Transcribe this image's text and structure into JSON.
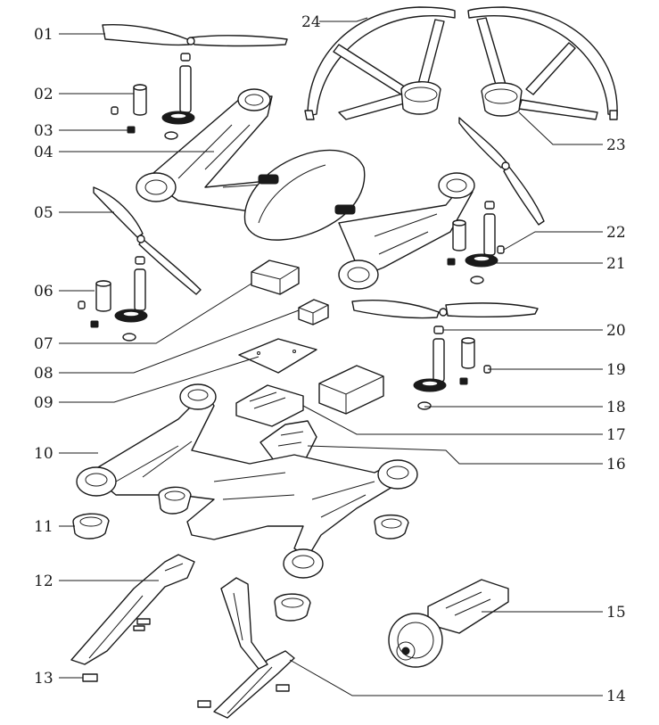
{
  "diagram": {
    "labels": {
      "p01": "01",
      "p02": "02",
      "p03": "03",
      "p04": "04",
      "p05": "05",
      "p06": "06",
      "p07": "07",
      "p08": "08",
      "p09": "09",
      "p10": "10",
      "p11": "11",
      "p12": "12",
      "p13": "13",
      "p14": "14",
      "p15": "15",
      "p16": "16",
      "p17": "17",
      "p18": "18",
      "p19": "19",
      "p20": "20",
      "p21": "21",
      "p22": "22",
      "p23": "23",
      "p24": "24"
    }
  }
}
